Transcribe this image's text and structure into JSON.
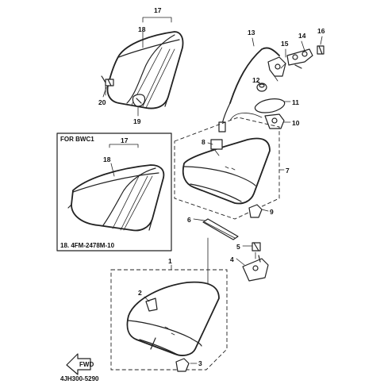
{
  "diagram": {
    "inset_title": "FOR BWC1",
    "inset_footer": "18. 4FM-2478M-10",
    "drawing_code": "4JH300-5290",
    "front_arrow_label": "FWD",
    "callouts": {
      "c1": "1",
      "c2": "2",
      "c3": "3",
      "c4": "4",
      "c5": "5",
      "c6": "6",
      "c7": "7",
      "c8": "8",
      "c9": "9",
      "c10": "10",
      "c11": "11",
      "c12": "12",
      "c13": "13",
      "c14": "14",
      "c15": "15",
      "c16": "16",
      "c17": "17",
      "c18": "18",
      "c19": "19",
      "c20": "20",
      "c17b": "17",
      "c18b": "18"
    }
  }
}
